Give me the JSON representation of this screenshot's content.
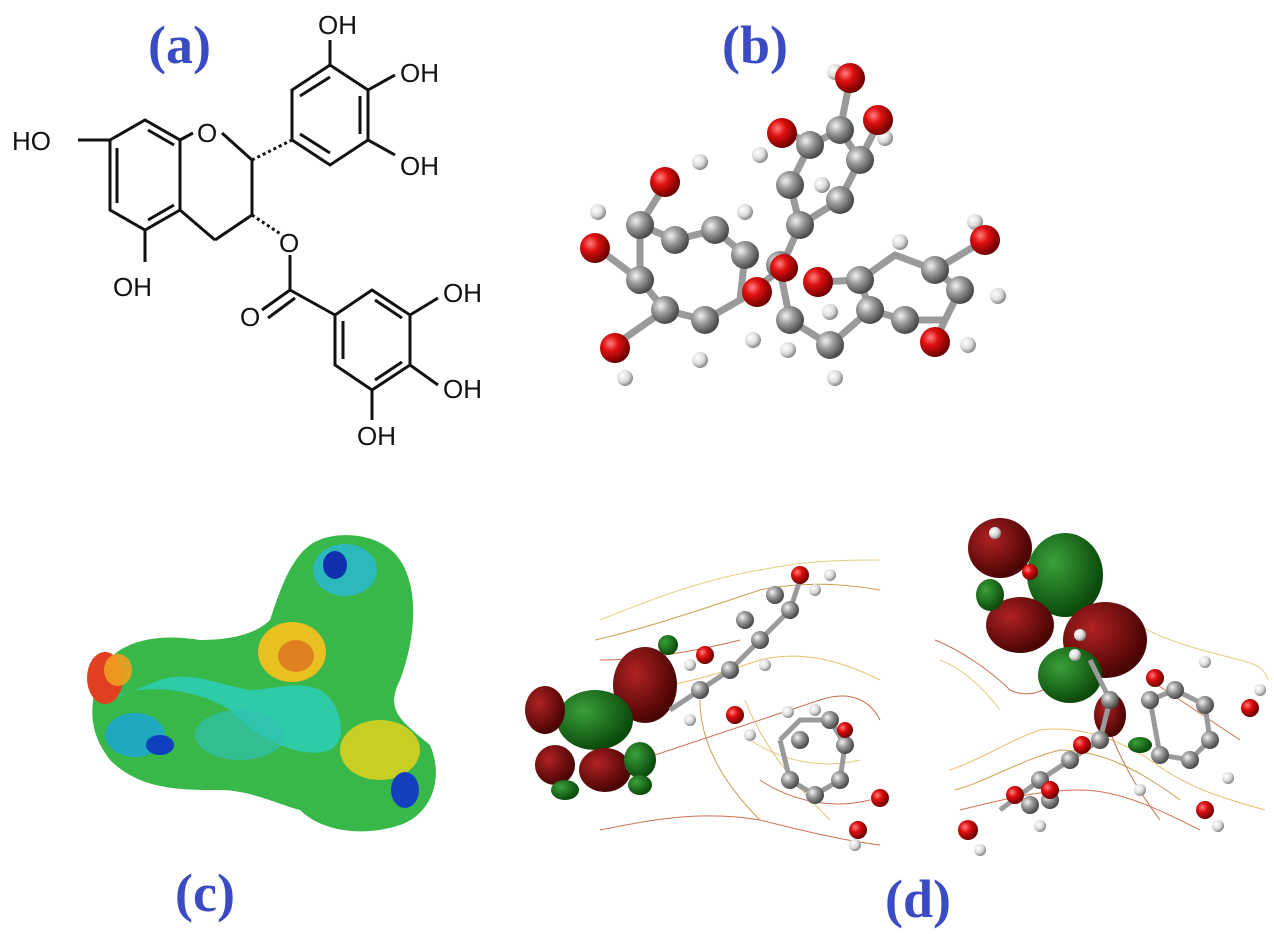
{
  "panels": {
    "a": {
      "label": "(a)"
    },
    "b": {
      "label": "(b)"
    },
    "c": {
      "label": "(c)"
    },
    "d": {
      "label": "(d)"
    }
  },
  "structure_labels": {
    "oh_top": "OH",
    "oh_top_right": "OH",
    "oh_mid_right": "OH",
    "ho_left": "HO",
    "ring_o": "O",
    "oh_bottom_left": "OH",
    "ester_o": "O",
    "carbonyl_o": "O",
    "oh_gallate_top": "OH",
    "oh_gallate_right": "OH",
    "oh_gallate_bottom": "OH"
  },
  "colors": {
    "label": "#3b4bc4",
    "oxygen": "#cc1111",
    "carbon": "#8a8a8a",
    "hydrogen": "#eeeeee",
    "orbital_pos": "#7a0d0d",
    "orbital_neg": "#1e7a1e"
  }
}
